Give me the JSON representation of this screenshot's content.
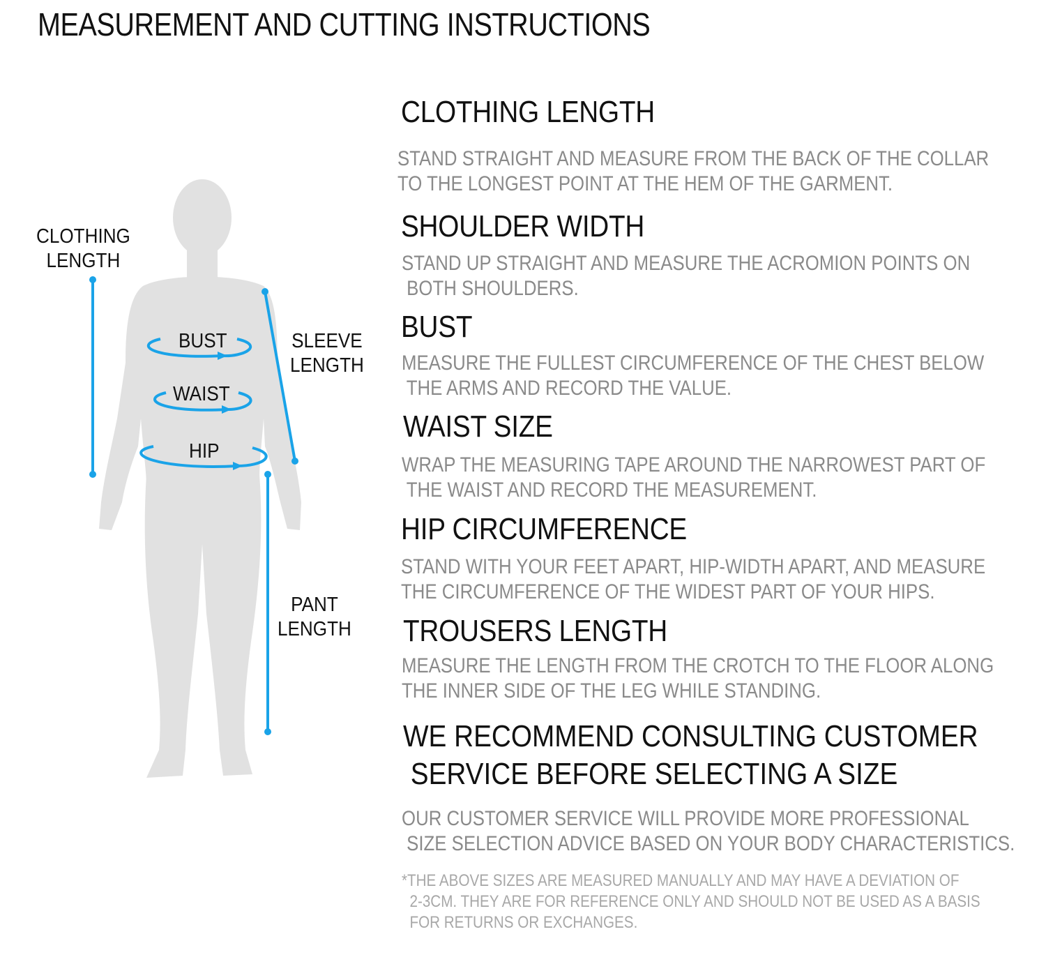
{
  "title": "MEASUREMENT AND CUTTING INSTRUCTIONS",
  "figure": {
    "accent_color": "#1aa3e8",
    "body_color": "#e1e1e1",
    "labels": {
      "clothing_length_1": "CLOTHING",
      "clothing_length_2": "LENGTH",
      "bust": "BUST",
      "waist": "WAIST",
      "hip": "HIP",
      "sleeve_length_1": "SLEEVE",
      "sleeve_length_2": "LENGTH",
      "pant_length_1": "PANT",
      "pant_length_2": "LENGTH"
    }
  },
  "sections": {
    "clothing_length": {
      "heading": "CLOTHING LENGTH",
      "text": "STAND STRAIGHT AND MEASURE FROM THE BACK OF THE COLLAR\nTO THE LONGEST POINT AT THE HEM OF THE GARMENT."
    },
    "shoulder_width": {
      "heading": "SHOULDER WIDTH",
      "text": "STAND UP STRAIGHT AND MEASURE THE ACROMION POINTS ON\n BOTH SHOULDERS."
    },
    "bust": {
      "heading": "BUST",
      "text": "MEASURE THE FULLEST CIRCUMFERENCE OF THE CHEST BELOW\n THE ARMS AND RECORD THE VALUE."
    },
    "waist_size": {
      "heading": "WAIST SIZE",
      "text": "WRAP THE MEASURING TAPE AROUND THE NARROWEST PART OF\n THE WAIST AND RECORD THE MEASUREMENT."
    },
    "hip_circumference": {
      "heading": "HIP CIRCUMFERENCE",
      "text": "STAND WITH YOUR FEET APART, HIP-WIDTH APART, AND MEASURE\nTHE CIRCUMFERENCE OF THE WIDEST PART OF YOUR HIPS."
    },
    "trousers_length": {
      "heading": "TROUSERS LENGTH",
      "text": "MEASURE THE LENGTH FROM THE CROTCH TO THE FLOOR ALONG\nTHE INNER SIDE OF THE LEG WHILE STANDING."
    }
  },
  "recommendation": {
    "heading": "WE RECOMMEND CONSULTING CUSTOMER\n SERVICE BEFORE SELECTING A SIZE",
    "text": "OUR CUSTOMER SERVICE WILL PROVIDE MORE PROFESSIONAL\n SIZE SELECTION ADVICE BASED ON YOUR BODY CHARACTERISTICS."
  },
  "footnote": "*THE ABOVE SIZES ARE MEASURED MANUALLY AND MAY HAVE A DEVIATION OF\n  2-3CM. THEY ARE FOR REFERENCE ONLY AND SHOULD NOT BE USED AS A BASIS\n  FOR RETURNS OR EXCHANGES."
}
